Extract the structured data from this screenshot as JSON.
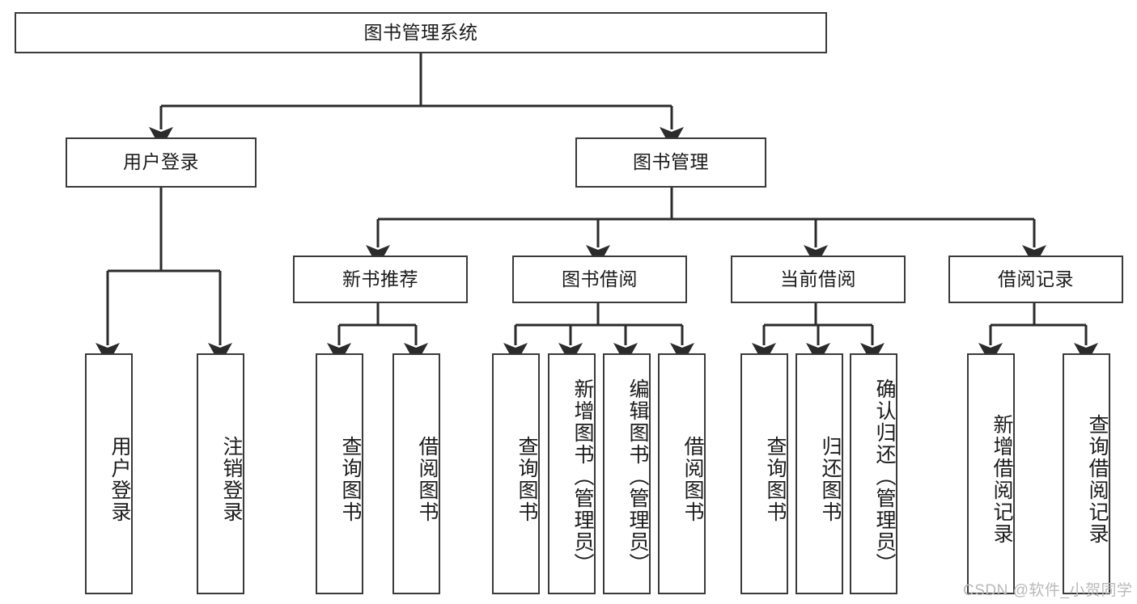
{
  "diagram": {
    "type": "tree-hierarchy",
    "title": "图书管理系统",
    "root": {
      "label": "图书管理系统"
    },
    "level2": [
      {
        "label": "用户登录"
      },
      {
        "label": "图书管理"
      }
    ],
    "level3": [
      {
        "label": "新书推荐"
      },
      {
        "label": "图书借阅"
      },
      {
        "label": "当前借阅"
      },
      {
        "label": "借阅记录"
      }
    ],
    "leaves": {
      "user_login": [
        {
          "label": "用户登录"
        },
        {
          "label": "注销登录"
        }
      ],
      "new_book_recommend": [
        {
          "label": "查询图书"
        },
        {
          "label": "借阅图书"
        }
      ],
      "book_borrow": [
        {
          "label": "查询图书"
        },
        {
          "label": "新增图书（管理员）"
        },
        {
          "label": "编辑图书（管理员）"
        },
        {
          "label": "借阅图书"
        }
      ],
      "current_borrow": [
        {
          "label": "查询图书"
        },
        {
          "label": "归还图书"
        },
        {
          "label": "确认归还（管理员）"
        }
      ],
      "borrow_record": [
        {
          "label": "新增借阅记录"
        },
        {
          "label": "查询借阅记录"
        }
      ]
    }
  },
  "watermark": {
    "text": "CSDN @软件_小贺同学"
  },
  "colors": {
    "box_border": "#3a3a3a",
    "box_fill": "#ffffff",
    "text": "#1b1b1b",
    "connector": "#2b2b2b",
    "watermark": "#b9b9b9",
    "background": "#ffffff"
  }
}
